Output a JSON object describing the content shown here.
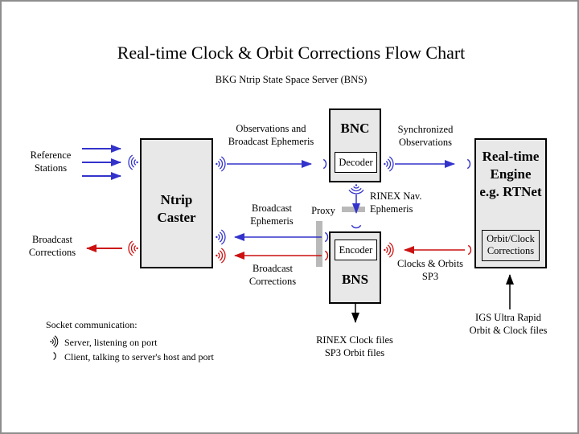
{
  "page": {
    "title": "Real-time Clock & Orbit Corrections Flow Chart",
    "subtitle": "BKG Ntrip State Space Server  (BNS)"
  },
  "colors": {
    "blue": "#3333cc",
    "red": "#cc1111",
    "box_fill": "#e8e8e8",
    "sub_box_fill": "#ffffff",
    "proxy_bar": "#b9b9b9",
    "page_border": "#8e8e8e"
  },
  "boxes": {
    "ntrip_caster": {
      "line1": "Ntrip",
      "line2": "Caster"
    },
    "bnc": {
      "title": "BNC",
      "sub": "Decoder"
    },
    "bns": {
      "title": "BNS",
      "sub": "Encoder"
    },
    "engine": {
      "line1": "Real-time",
      "line2": "Engine",
      "line3": "e.g. RTNet",
      "sub_line1": "Orbit/Clock",
      "sub_line2": "Corrections"
    }
  },
  "labels": {
    "reference_stations": [
      "Reference",
      "Stations"
    ],
    "broadcast_corrections_left": [
      "Broadcast",
      "Corrections"
    ],
    "observations": [
      "Observations and",
      "Broadcast Ephemeris"
    ],
    "synchronized": [
      "Synchronized",
      "Observations"
    ],
    "rinex_nav": [
      "RINEX Nav.",
      "Ephemeris"
    ],
    "broadcast_ephemeris_mid": [
      "Broadcast",
      "Ephemeris"
    ],
    "broadcast_corrections_mid": [
      "Broadcast",
      "Corrections"
    ],
    "proxy": "Proxy",
    "clocks_orbits": [
      "Clocks & Orbits",
      "SP3"
    ],
    "rinex_files": [
      "RINEX Clock files",
      "SP3 Orbit files"
    ],
    "igs": [
      "IGS Ultra Rapid",
      "Orbit & Clock files"
    ]
  },
  "legend": {
    "title": "Socket communication:",
    "server": "Server, listening on port",
    "client": "Client, talking to server's host and port"
  }
}
